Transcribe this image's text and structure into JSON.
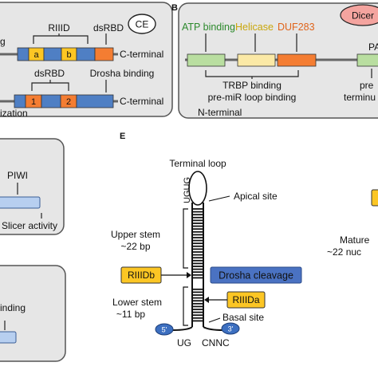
{
  "panel_a": {
    "badge": "CE",
    "rnase_label": "RIIID",
    "dsrbd_label_top": "dsRBD",
    "domain_a": "a",
    "domain_b": "b",
    "c_terminal_top": "C-terminal",
    "left_fragment_top": "g",
    "dsrbd_label_bottom": "dsRBD",
    "drosha_binding": "Drosha binding",
    "domain_1": "1",
    "domain_2": "2",
    "c_terminal_bottom": "C-terminal",
    "left_fragment_bottom": "ization"
  },
  "panel_b": {
    "letter": "B",
    "atp_binding": "ATP binding",
    "helicase": "Helicase",
    "duf283": "DUF283",
    "badge": "Dicer",
    "pa_fragment": "PA",
    "trbp_binding": "TRBP binding",
    "loop_binding": "pre-miR loop binding",
    "pre_fragment": "pre",
    "terminu_fragment": "terminu",
    "n_terminal": "N-terminal"
  },
  "panel_c": {
    "piwi": "PIWI",
    "slicer": "Slicer activity"
  },
  "panel_d": {
    "binding_fragment": "inding"
  },
  "panel_e": {
    "letter": "E",
    "terminal_loop": "Terminal loop",
    "ugug": "UGUG",
    "apical_site": "Apical site",
    "upper_stem": "Upper stem",
    "upper_stem_len": "~22 bp",
    "riiidb": "RIIIDb",
    "drosha_cleavage": "Drosha cleavage",
    "riiida": "RIIIDa",
    "lower_stem": "Lower stem",
    "lower_stem_len": "~11 bp",
    "basal_site": "Basal site",
    "five_prime": "5'",
    "three_prime": "3'",
    "ug": "UG",
    "cnnc": "CNNC",
    "mature_fragment": "Mature",
    "nuc_fragment": "~22 nuc"
  },
  "colors": {
    "panel_bg": "#e6e6e6",
    "domain_green": "#b9dea0",
    "domain_yellow": "#fbe9a6",
    "domain_orange": "#f47d32",
    "domain_blue": "#4f7fc4",
    "tag_yellow": "#fcc624",
    "drosha_blue": "#4a72c2",
    "end_blue": "#3c6fc0",
    "badge_pink": "#f4a49f",
    "piwi_blue": "#b7cff0",
    "atp_text": "#2d8a2d",
    "helicase_text": "#c9a70c",
    "duf_text": "#e0641a"
  }
}
